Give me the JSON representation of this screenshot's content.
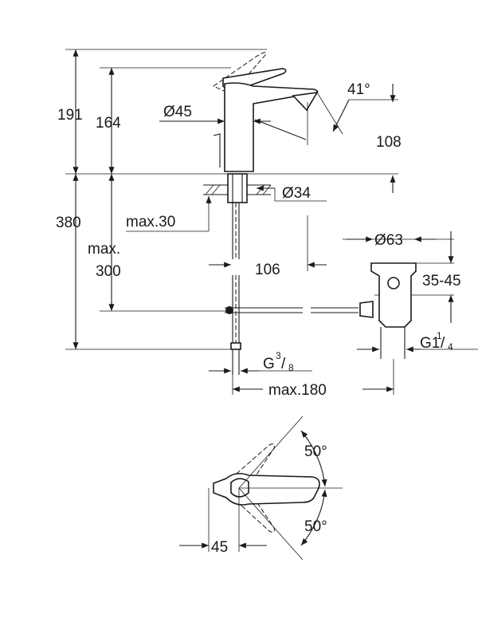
{
  "side_view": {
    "height_total": "191",
    "height_spout": "164",
    "diameter_body": "Ø45",
    "angle_spout": "41°",
    "projection_spout": "108",
    "diameter_base": "Ø34",
    "max_thickness": "max.30",
    "installation_height": "380",
    "hose_label_line1": "max.",
    "hose_label_line2": "300",
    "drain_offset": "106",
    "waste_diameter": "Ø63",
    "waste_height": "35-45",
    "waste_thread_main": "G1",
    "waste_thread_num": "1",
    "waste_thread_den": "4",
    "supply_thread_main": "G",
    "supply_thread_num": "3",
    "supply_thread_den": "8",
    "max_width": "max.180"
  },
  "top_view": {
    "angle_upper": "50°",
    "angle_lower": "50°",
    "offset": "45"
  }
}
